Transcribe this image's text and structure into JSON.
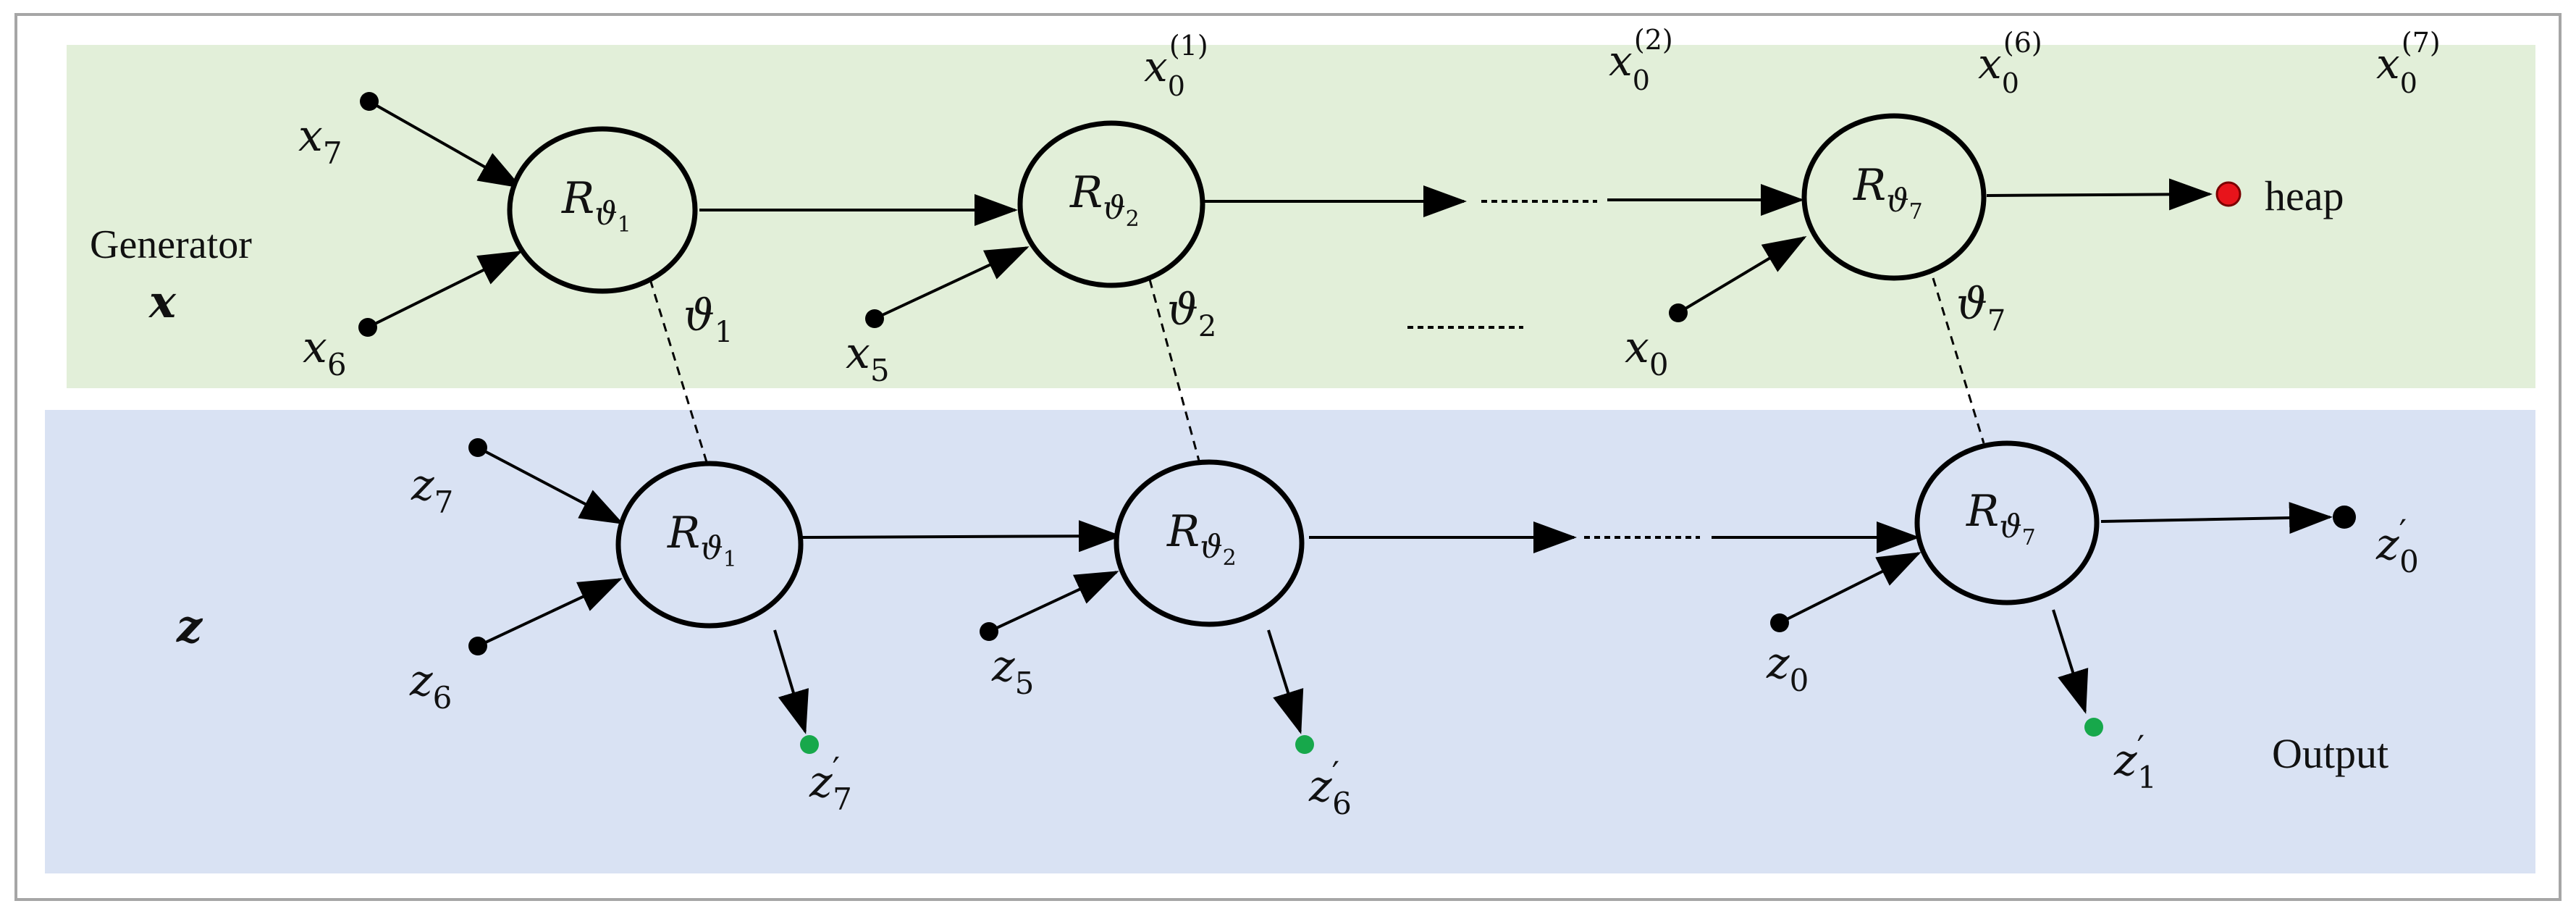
{
  "colors": {
    "generator_band": "#e2efd9",
    "z_band": "#d9e2f3",
    "border": "#a6a6a6",
    "stroke": "#000000",
    "heap_dot": "#e8141b",
    "output_dot": "#17a84b"
  },
  "labels": {
    "generator": "Generator",
    "x_symbol": "x",
    "z_symbol": "z",
    "heap": "heap",
    "output": "Output"
  },
  "generator_row": {
    "nodes": [
      {
        "base": "R",
        "sub": "ϑ",
        "subsub": "1"
      },
      {
        "base": "R",
        "sub": "ϑ",
        "subsub": "2"
      },
      {
        "base": "R",
        "sub": "ϑ",
        "subsub": "7"
      }
    ],
    "inputs": [
      {
        "base": "x",
        "sub": "7"
      },
      {
        "base": "x",
        "sub": "6"
      },
      {
        "base": "x",
        "sub": "5"
      },
      {
        "base": "x",
        "sub": "0"
      }
    ],
    "states": [
      {
        "base": "x",
        "sub": "0",
        "sup": "(1)"
      },
      {
        "base": "x",
        "sub": "0",
        "sup": "(2)"
      },
      {
        "base": "x",
        "sub": "0",
        "sup": "(6)"
      },
      {
        "base": "x",
        "sub": "0",
        "sup": "(7)"
      }
    ],
    "params": [
      {
        "base": "ϑ",
        "sub": "1"
      },
      {
        "base": "ϑ",
        "sub": "2"
      },
      {
        "base": "ϑ",
        "sub": "7"
      }
    ]
  },
  "z_row": {
    "nodes": [
      {
        "base": "R",
        "sub": "ϑ",
        "subsub": "1"
      },
      {
        "base": "R",
        "sub": "ϑ",
        "subsub": "2"
      },
      {
        "base": "R",
        "sub": "ϑ",
        "subsub": "7"
      }
    ],
    "inputs": [
      {
        "base": "z",
        "sub": "7"
      },
      {
        "base": "z",
        "sub": "6"
      },
      {
        "base": "z",
        "sub": "5"
      },
      {
        "base": "z",
        "sub": "0"
      }
    ],
    "outputs": [
      {
        "base": "z",
        "prime": "′",
        "sub": "7"
      },
      {
        "base": "z",
        "prime": "′",
        "sub": "6"
      },
      {
        "base": "z",
        "prime": "′",
        "sub": "1"
      },
      {
        "base": "z",
        "prime": "′",
        "sub": "0"
      }
    ]
  }
}
